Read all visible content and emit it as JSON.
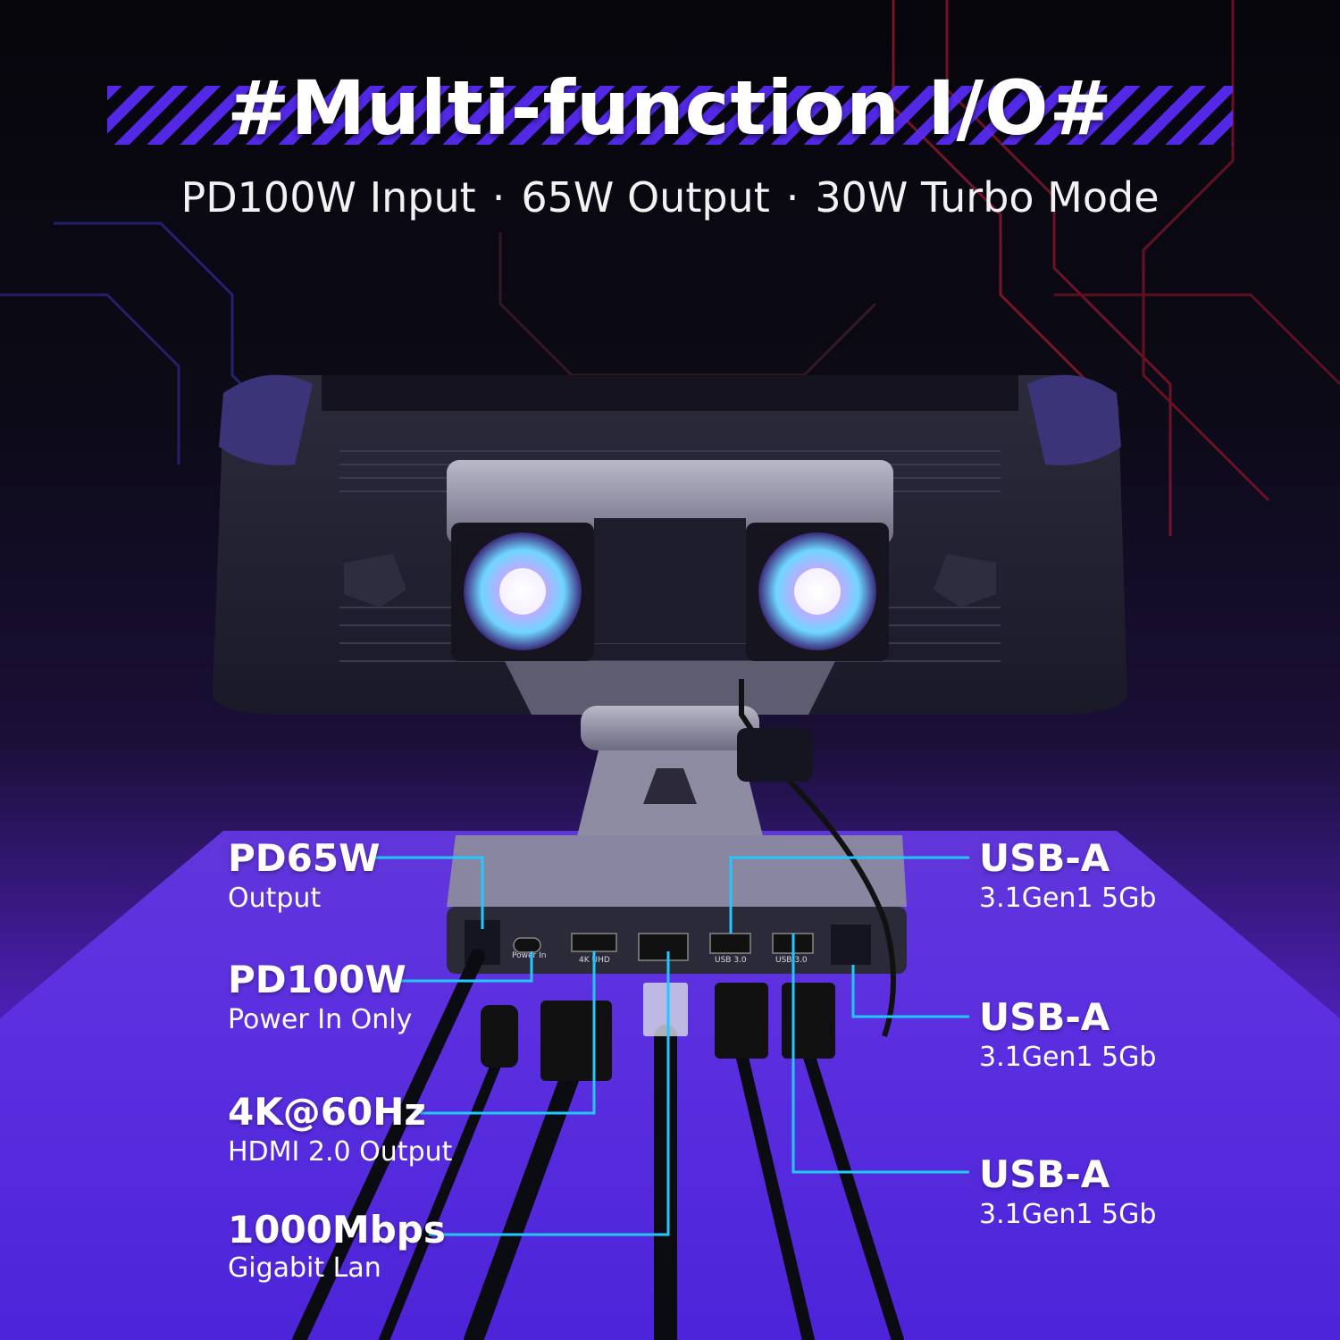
{
  "header": {
    "title": "#Multi-function I/O#",
    "subtitle_parts": [
      "PD100W Input",
      "65W Output",
      "30W Turbo Mode"
    ],
    "separator": "·"
  },
  "ports_left": [
    {
      "head": "PD65W",
      "sub": "Output"
    },
    {
      "head": "PD100W",
      "sub": "Power In Only"
    },
    {
      "head": "4K@60Hz",
      "sub": "HDMI 2.0 Output"
    },
    {
      "head": "1000Mbps",
      "sub": "Gigabit Lan"
    }
  ],
  "ports_right": [
    {
      "head": "USB-A",
      "sub": "3.1Gen1 5Gb"
    },
    {
      "head": "USB-A",
      "sub": "3.1Gen1 5Gb"
    },
    {
      "head": "USB-A",
      "sub": "3.1Gen1 5Gb"
    }
  ],
  "dock_port_labels": {
    "power_in": "Power In",
    "hdmi": "4K UHD",
    "usb1": "USB 3.0",
    "usb2": "USB 3.0"
  },
  "colors": {
    "accent": "#5b2cff",
    "callout_line": "#22c8ff",
    "fan_glow": "#9a6bff"
  }
}
